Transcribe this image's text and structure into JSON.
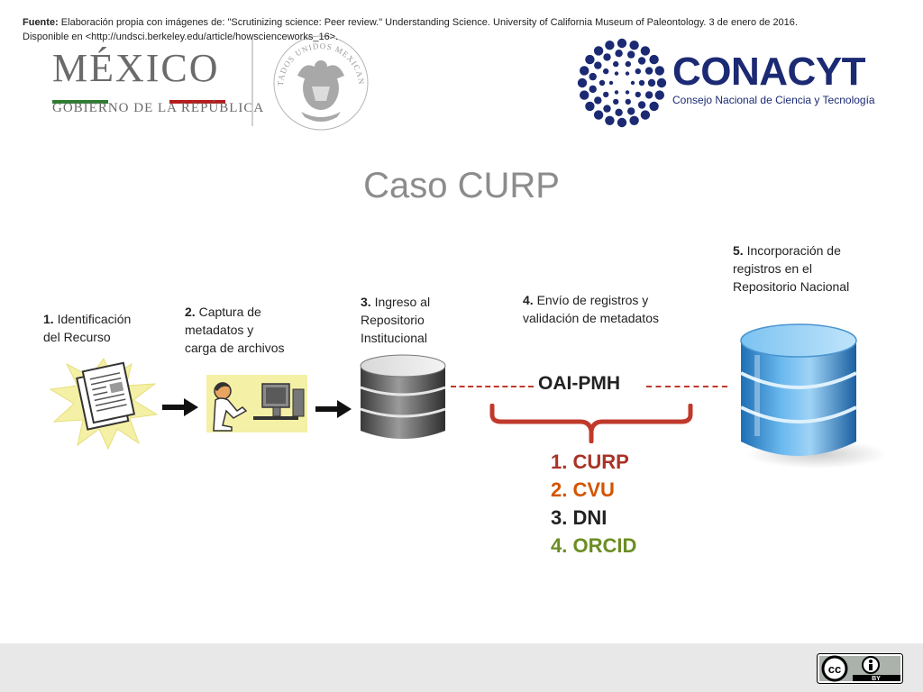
{
  "header": {
    "mexico_logo": {
      "word": "MÉXICO",
      "subtitle": "GOBIERNO DE LA REPÚBLICA",
      "stripe_colors": [
        "#2e7d32",
        "#ffffff",
        "#b71c1c"
      ]
    },
    "seal_text": "ESTADOS UNIDOS MEXICANOS",
    "conacyt_logo": {
      "word": "CONACYT",
      "subtitle": "Consejo Nacional de Ciencia y Tecnología",
      "color": "#1b2a73"
    }
  },
  "title": "Caso CURP",
  "steps": [
    {
      "number": "1.",
      "lines": [
        "Identificación",
        "del Recurso"
      ]
    },
    {
      "number": "2.",
      "lines": [
        "Captura de",
        "metadatos y",
        "carga de archivos"
      ]
    },
    {
      "number": "3.",
      "lines": [
        "Ingreso al",
        "Repositorio",
        "Institucional"
      ]
    },
    {
      "number": "4.",
      "lines": [
        "Envío de registros y",
        "validación de metadatos"
      ]
    },
    {
      "number": "5.",
      "lines": [
        "Incorporación de",
        "registros en el",
        "Repositorio Nacional"
      ]
    }
  ],
  "icons": {
    "document": "document-icon",
    "person_computer": "person-at-computer-icon",
    "server": "server-database-icon",
    "national_db": "blue-database-icon",
    "arrow": "arrow-right-icon"
  },
  "protocol": {
    "label": "OAI-PMH",
    "dash_color": "#c0392b",
    "brace_color": "#c0392b"
  },
  "identifiers": [
    {
      "text": "1. CURP",
      "color": "#a93226"
    },
    {
      "text": "2. CVU",
      "color": "#d35400"
    },
    {
      "text": "3. DNI",
      "color": "#222222"
    },
    {
      "text": "4. ORCID",
      "color": "#6b8e23"
    }
  ],
  "footer": {
    "source_label": "Fuente:",
    "source_text": " Elaboración propia con imágenes de: \"Scrutinizing science: Peer review.\" Understanding Science. University of California Museum of Paleontology. 3 de enero de 2016.",
    "line2": "Disponible en <http://undsci.berkeley.edu/article/howscienceworks_16>.",
    "license": {
      "cc": "cc",
      "by": "BY"
    }
  }
}
